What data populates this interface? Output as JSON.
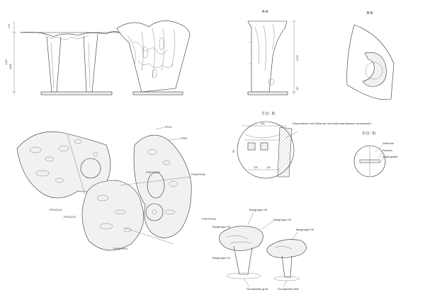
{
  "sections": {
    "aa": "A-A",
    "bb": "B-B",
    "cc": "C (1 : 5)",
    "dd": "D (1 : 5)"
  },
  "dims": {
    "elev_top": "476",
    "elev_total": "1450",
    "elev_leg": "2866",
    "aa_height": "2754",
    "aa_base": "407",
    "cc_top": "281",
    "cc_side": "55",
    "cc_b1": "100",
    "cc_b2": "100"
  },
  "annotations": {
    "flange_note": "Flanschblech mit Stützrohr und Außenhautflansch verschweißt",
    "stuetzrohr": "Stützrohr",
    "flansch": "Flansch",
    "aussenplatte": "Außenplatte"
  },
  "plan_labels": {
    "p010": "P010",
    "p009": "P009",
    "p001": "P001/P002",
    "p003": "P003/P006",
    "p007": "P007/P004",
    "p005": "P005/P004",
    "p011": "P011/D14",
    "p012": "P011/D12"
  },
  "assembly_labels": {
    "bg03": "Baugruppe 03",
    "bg04": "Baugruppe 04",
    "bg02": "Baugruppe 02",
    "bg01": "Baugruppe 01",
    "bg05": "Baugruppe 05",
    "gp_gross": "Grundplatte groß",
    "gp_klein": "Grundplatte klein"
  }
}
